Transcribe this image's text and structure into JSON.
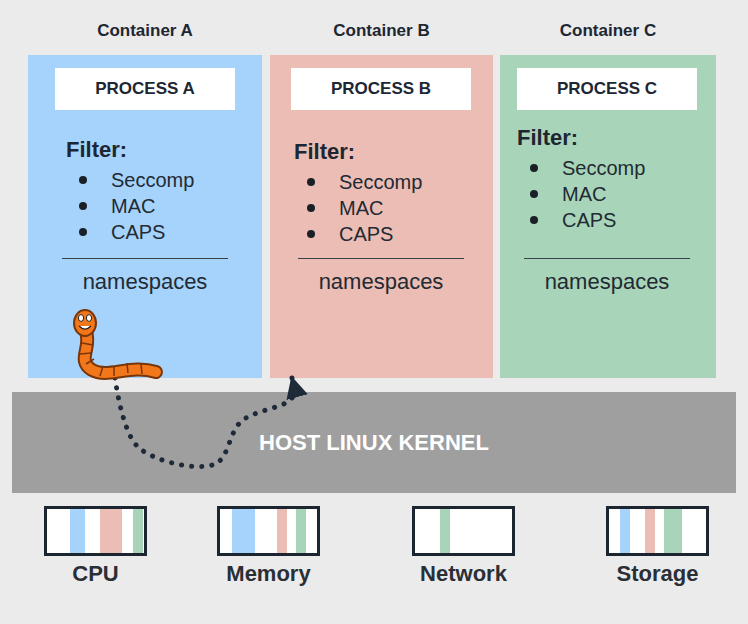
{
  "diagram": {
    "nodes": [
      {
        "text": [
          "Container A",
          "Filter:",
          "Seccomp",
          "MAC",
          "CAPS",
          "namespaces"
        ]
      },
      {
        "text": [
          "PROCESS A"
        ],
        "in": 0
      },
      {
        "text": [
          "Container B",
          "Filter:",
          "Seccomp",
          "MAC",
          "CAPS",
          "namespaces"
        ]
      },
      {
        "text": [
          "PROCESS B"
        ],
        "in": 2
      },
      {
        "text": [
          "Container C",
          "Filter:",
          "Seccomp",
          "MAC",
          "CAPS",
          "namespaces"
        ]
      },
      {
        "text": [
          "PROCESS C"
        ],
        "in": 4
      },
      {
        "text": [
          "HOST LINUX KERNEL"
        ]
      },
      {
        "text": [
          "CPU"
        ]
      },
      {
        "text": [
          "Memory"
        ]
      },
      {
        "text": [
          "Network"
        ]
      },
      {
        "text": [
          "Storage"
        ]
      }
    ],
    "edges": [
      {
        "from": 0,
        "to": 2,
        "arrow": "to"
      }
    ]
  }
}
